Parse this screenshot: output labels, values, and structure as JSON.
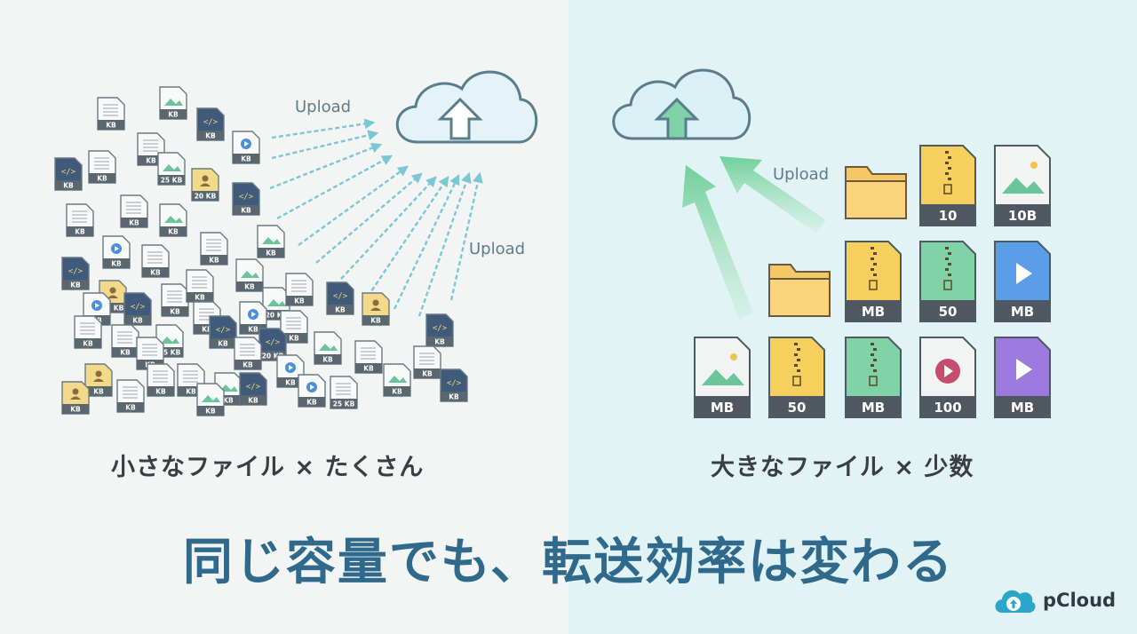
{
  "left_panel": {
    "caption": "小さなファイル × たくさん",
    "upload_labels": [
      "Upload",
      "Upload"
    ],
    "small_file_labels": [
      "KB",
      "25 KB",
      "20 KB",
      "25 KB"
    ],
    "cloud_icon": "cloud-upload-icon"
  },
  "right_panel": {
    "caption": "大きなファイル × 少数",
    "upload_label": "Upload",
    "cloud_icon": "cloud-upload-icon",
    "large_files": [
      {
        "type": "folder",
        "label": ""
      },
      {
        "type": "zip",
        "label": "10"
      },
      {
        "type": "image",
        "label": "10B"
      },
      {
        "type": "folder",
        "label": ""
      },
      {
        "type": "zip",
        "label": "MB"
      },
      {
        "type": "zip",
        "label": "50"
      },
      {
        "type": "video",
        "label": "MB"
      },
      {
        "type": "image",
        "label": "MB"
      },
      {
        "type": "zip",
        "label": "50"
      },
      {
        "type": "zip",
        "label": "MB"
      },
      {
        "type": "media",
        "label": "100"
      },
      {
        "type": "video",
        "label": "MB"
      }
    ]
  },
  "headline": "同じ容量でも、転送効率は変わる",
  "brand": {
    "name": "pCloud",
    "icon": "pcloud-logo-icon"
  },
  "colors": {
    "headline": "#2f6a8c",
    "arrow_left": "#7cc7d6",
    "arrow_right": "#8ed9a8",
    "zip": "#f7cf5e",
    "green": "#7fd3a6",
    "video": "#5b9ee8",
    "purple": "#9b79de",
    "media": "#c44e6c"
  }
}
